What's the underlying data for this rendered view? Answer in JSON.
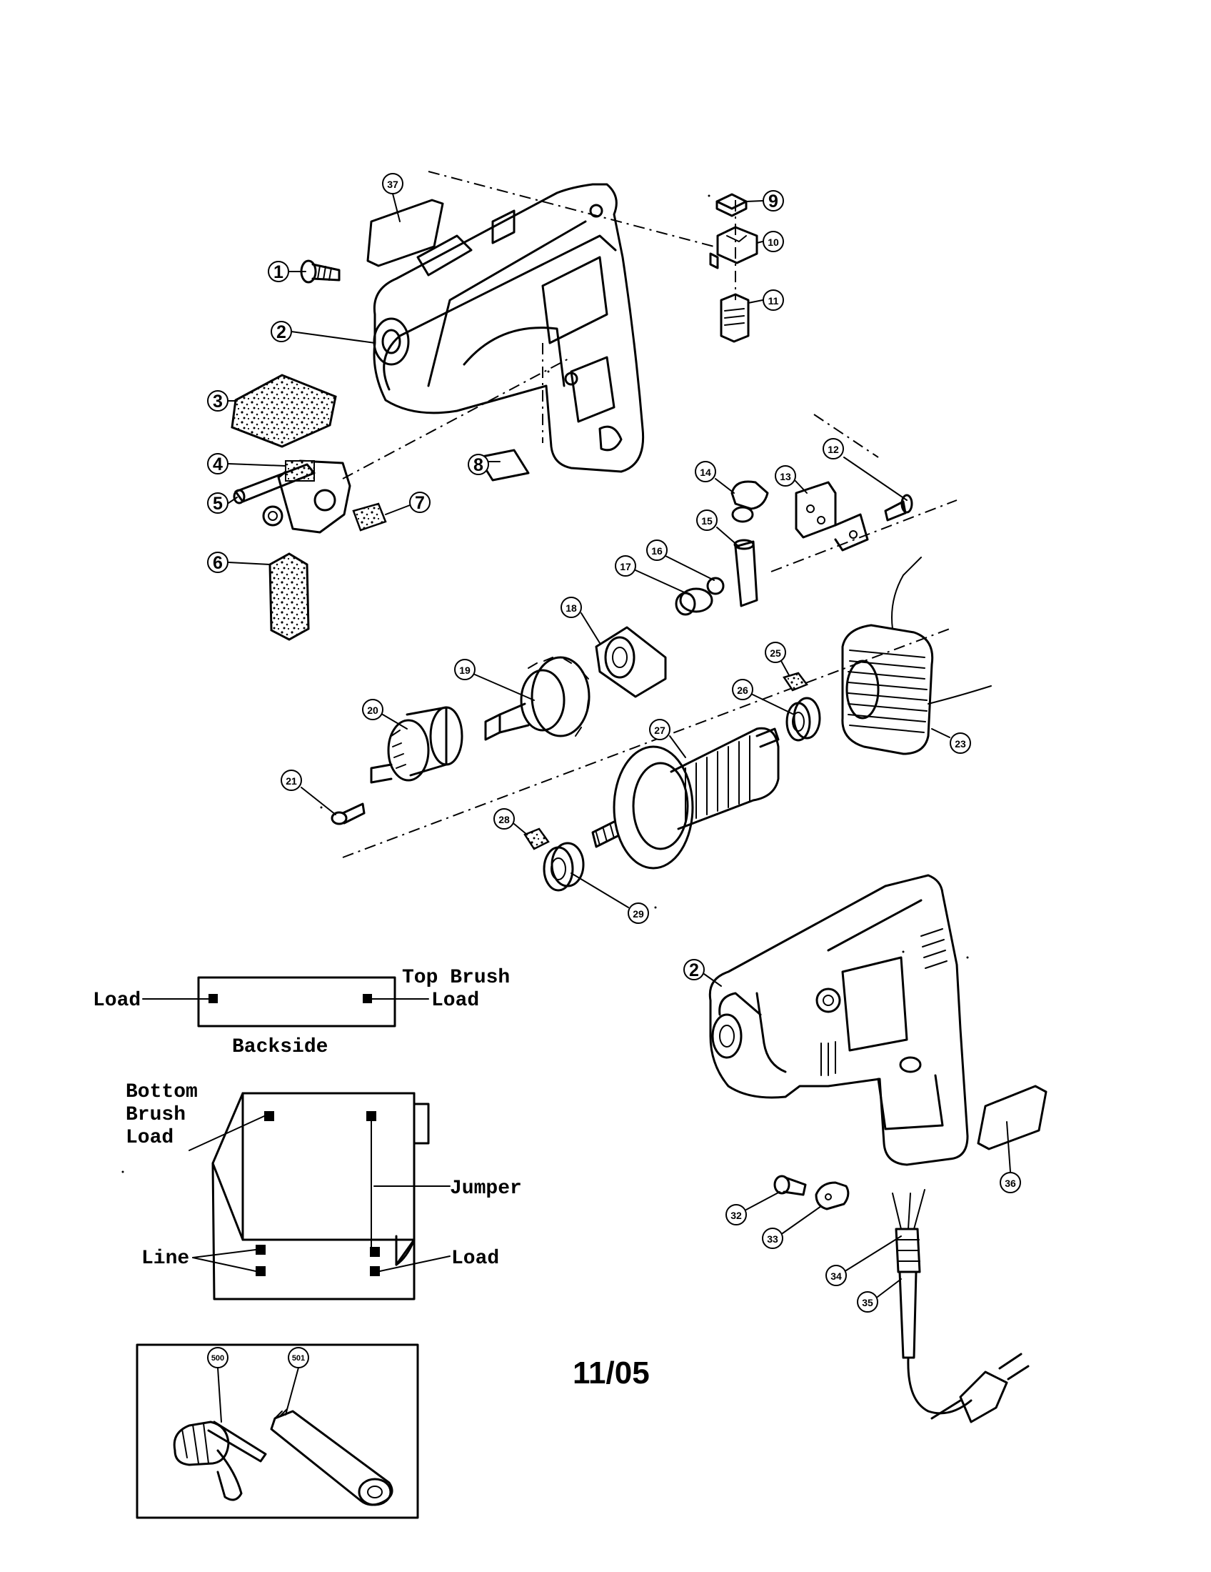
{
  "callouts": [
    {
      "id": "c1",
      "label": "1"
    },
    {
      "id": "c2",
      "label": "2"
    },
    {
      "id": "c3",
      "label": "3"
    },
    {
      "id": "c4",
      "label": "4"
    },
    {
      "id": "c5",
      "label": "5"
    },
    {
      "id": "c6",
      "label": "6"
    },
    {
      "id": "c7",
      "label": "7"
    },
    {
      "id": "c8",
      "label": "8"
    },
    {
      "id": "c9",
      "label": "9"
    },
    {
      "id": "c10",
      "label": "10"
    },
    {
      "id": "c11",
      "label": "11"
    },
    {
      "id": "c12",
      "label": "12"
    },
    {
      "id": "c13",
      "label": "13"
    },
    {
      "id": "c14",
      "label": "14"
    },
    {
      "id": "c15",
      "label": "15"
    },
    {
      "id": "c16",
      "label": "16"
    },
    {
      "id": "c17",
      "label": "17"
    },
    {
      "id": "c18",
      "label": "18"
    },
    {
      "id": "c19",
      "label": "19"
    },
    {
      "id": "c20",
      "label": "20"
    },
    {
      "id": "c21",
      "label": "21"
    },
    {
      "id": "c23",
      "label": "23"
    },
    {
      "id": "c25",
      "label": "25"
    },
    {
      "id": "c26",
      "label": "26"
    },
    {
      "id": "c27",
      "label": "27"
    },
    {
      "id": "c28",
      "label": "28"
    },
    {
      "id": "c29",
      "label": "29"
    },
    {
      "id": "c2b",
      "label": "2"
    },
    {
      "id": "c32",
      "label": "32"
    },
    {
      "id": "c33",
      "label": "33"
    },
    {
      "id": "c34",
      "label": "34"
    },
    {
      "id": "c35",
      "label": "35"
    },
    {
      "id": "c36",
      "label": "36"
    },
    {
      "id": "c37",
      "label": "37"
    },
    {
      "id": "c500",
      "label": "500"
    },
    {
      "id": "c501",
      "label": "501"
    }
  ],
  "switch_backside": {
    "load_left": "Load",
    "top_brush_line1": "Top Brush",
    "top_brush_line2": "Load",
    "caption": "Backside"
  },
  "switch_front": {
    "bottom_line1": "Bottom",
    "bottom_line2": "Brush",
    "bottom_line3": "Load",
    "jumper": "Jumper",
    "line": "Line",
    "load": "Load"
  },
  "date_code": "11/05"
}
